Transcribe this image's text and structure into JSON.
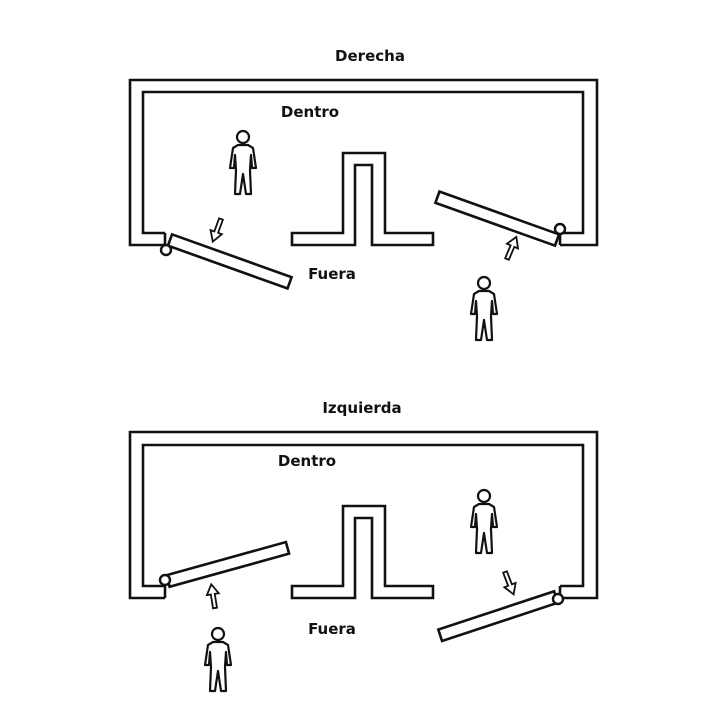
{
  "diagrams": [
    {
      "title": "Derecha",
      "inside_label": "Dentro",
      "outside_label": "Fuera"
    },
    {
      "title": "Izquierda",
      "inside_label": "Dentro",
      "outside_label": "Fuera"
    }
  ],
  "icons": {
    "person": "person-icon",
    "arrow": "arrow-icon",
    "hinge": "hinge-icon"
  }
}
